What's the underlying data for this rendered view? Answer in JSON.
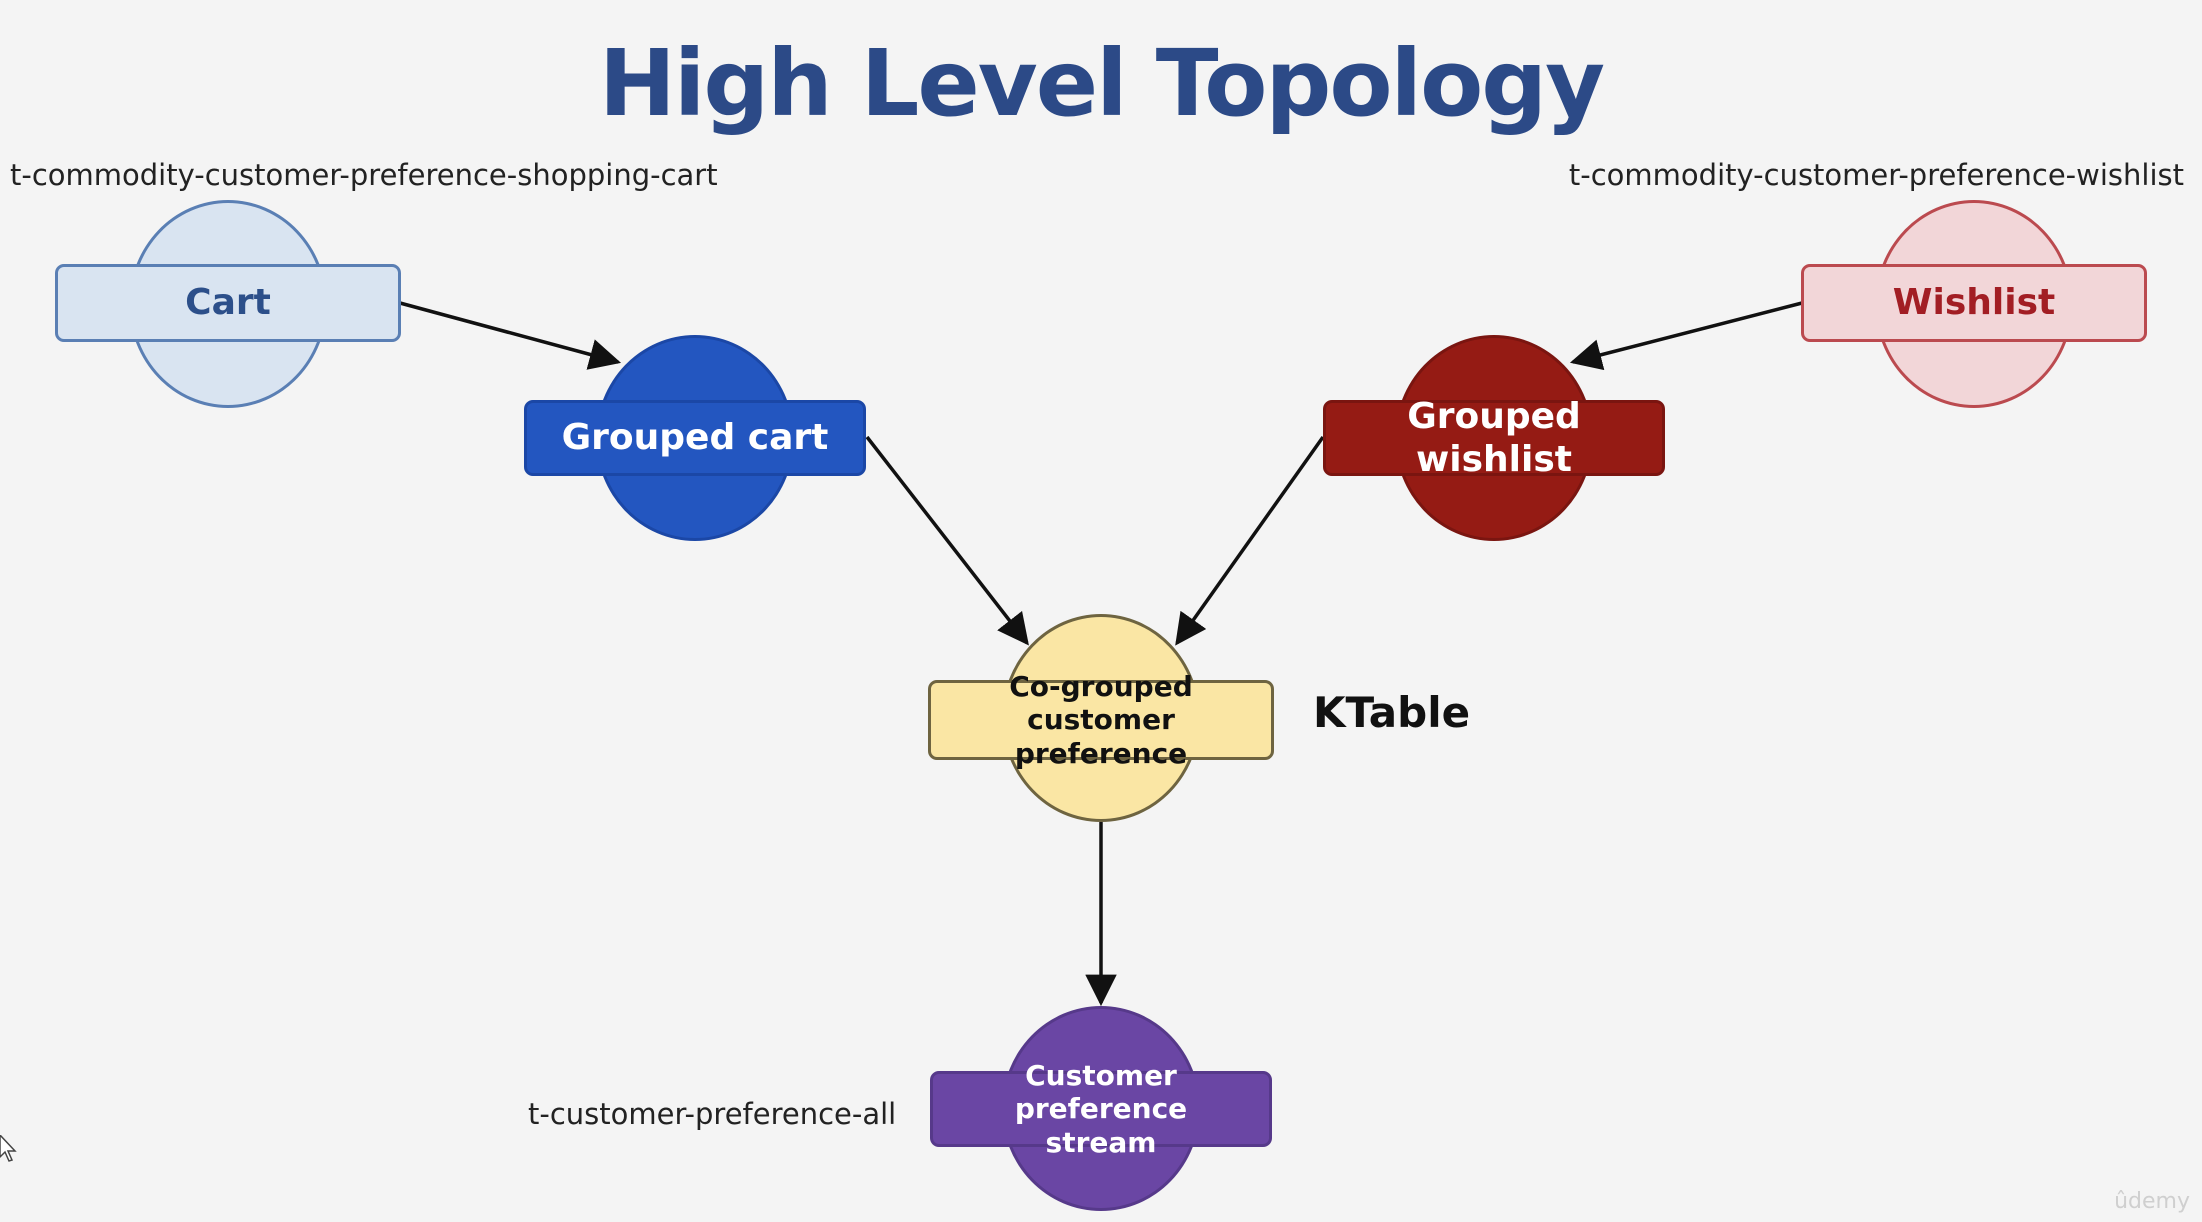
{
  "title": "High Level Topology",
  "topics": {
    "cart": "t-commodity-customer-preference-shopping-cart",
    "wishlist": "t-commodity-customer-preference-wishlist",
    "all": "t-customer-preference-all"
  },
  "nodes": {
    "cart": {
      "label": "Cart",
      "circle_color": "#d9e4f1",
      "border_color": "#5a7fb4",
      "text_color": "#2c4f8a"
    },
    "grouped_cart": {
      "label": "Grouped cart",
      "circle_color": "#2356c0",
      "border_color": "#1b47a6",
      "text_color": "#ffffff"
    },
    "wishlist": {
      "label": "Wishlist",
      "circle_color": "#f2d6d8",
      "border_color": "#bb4a4f",
      "text_color": "#a21e24"
    },
    "grouped_wishlist": {
      "label": "Grouped wishlist",
      "circle_color": "#951b14",
      "border_color": "#7a1510",
      "text_color": "#ffffff"
    },
    "cogrouped": {
      "label": "Co-grouped customer preference",
      "circle_color": "#fae6a4",
      "border_color": "#6e6440",
      "text_color": "#111111"
    },
    "stream": {
      "label": "Customer preference stream",
      "circle_color": "#6a46a4",
      "border_color": "#56398a",
      "text_color": "#ffffff"
    }
  },
  "ktable_label": "KTable",
  "watermark": "ûdemy",
  "edges": [
    {
      "from": "cart",
      "to": "grouped_cart"
    },
    {
      "from": "wishlist",
      "to": "grouped_wishlist"
    },
    {
      "from": "grouped_cart",
      "to": "cogrouped"
    },
    {
      "from": "grouped_wishlist",
      "to": "cogrouped"
    },
    {
      "from": "cogrouped",
      "to": "stream"
    }
  ]
}
